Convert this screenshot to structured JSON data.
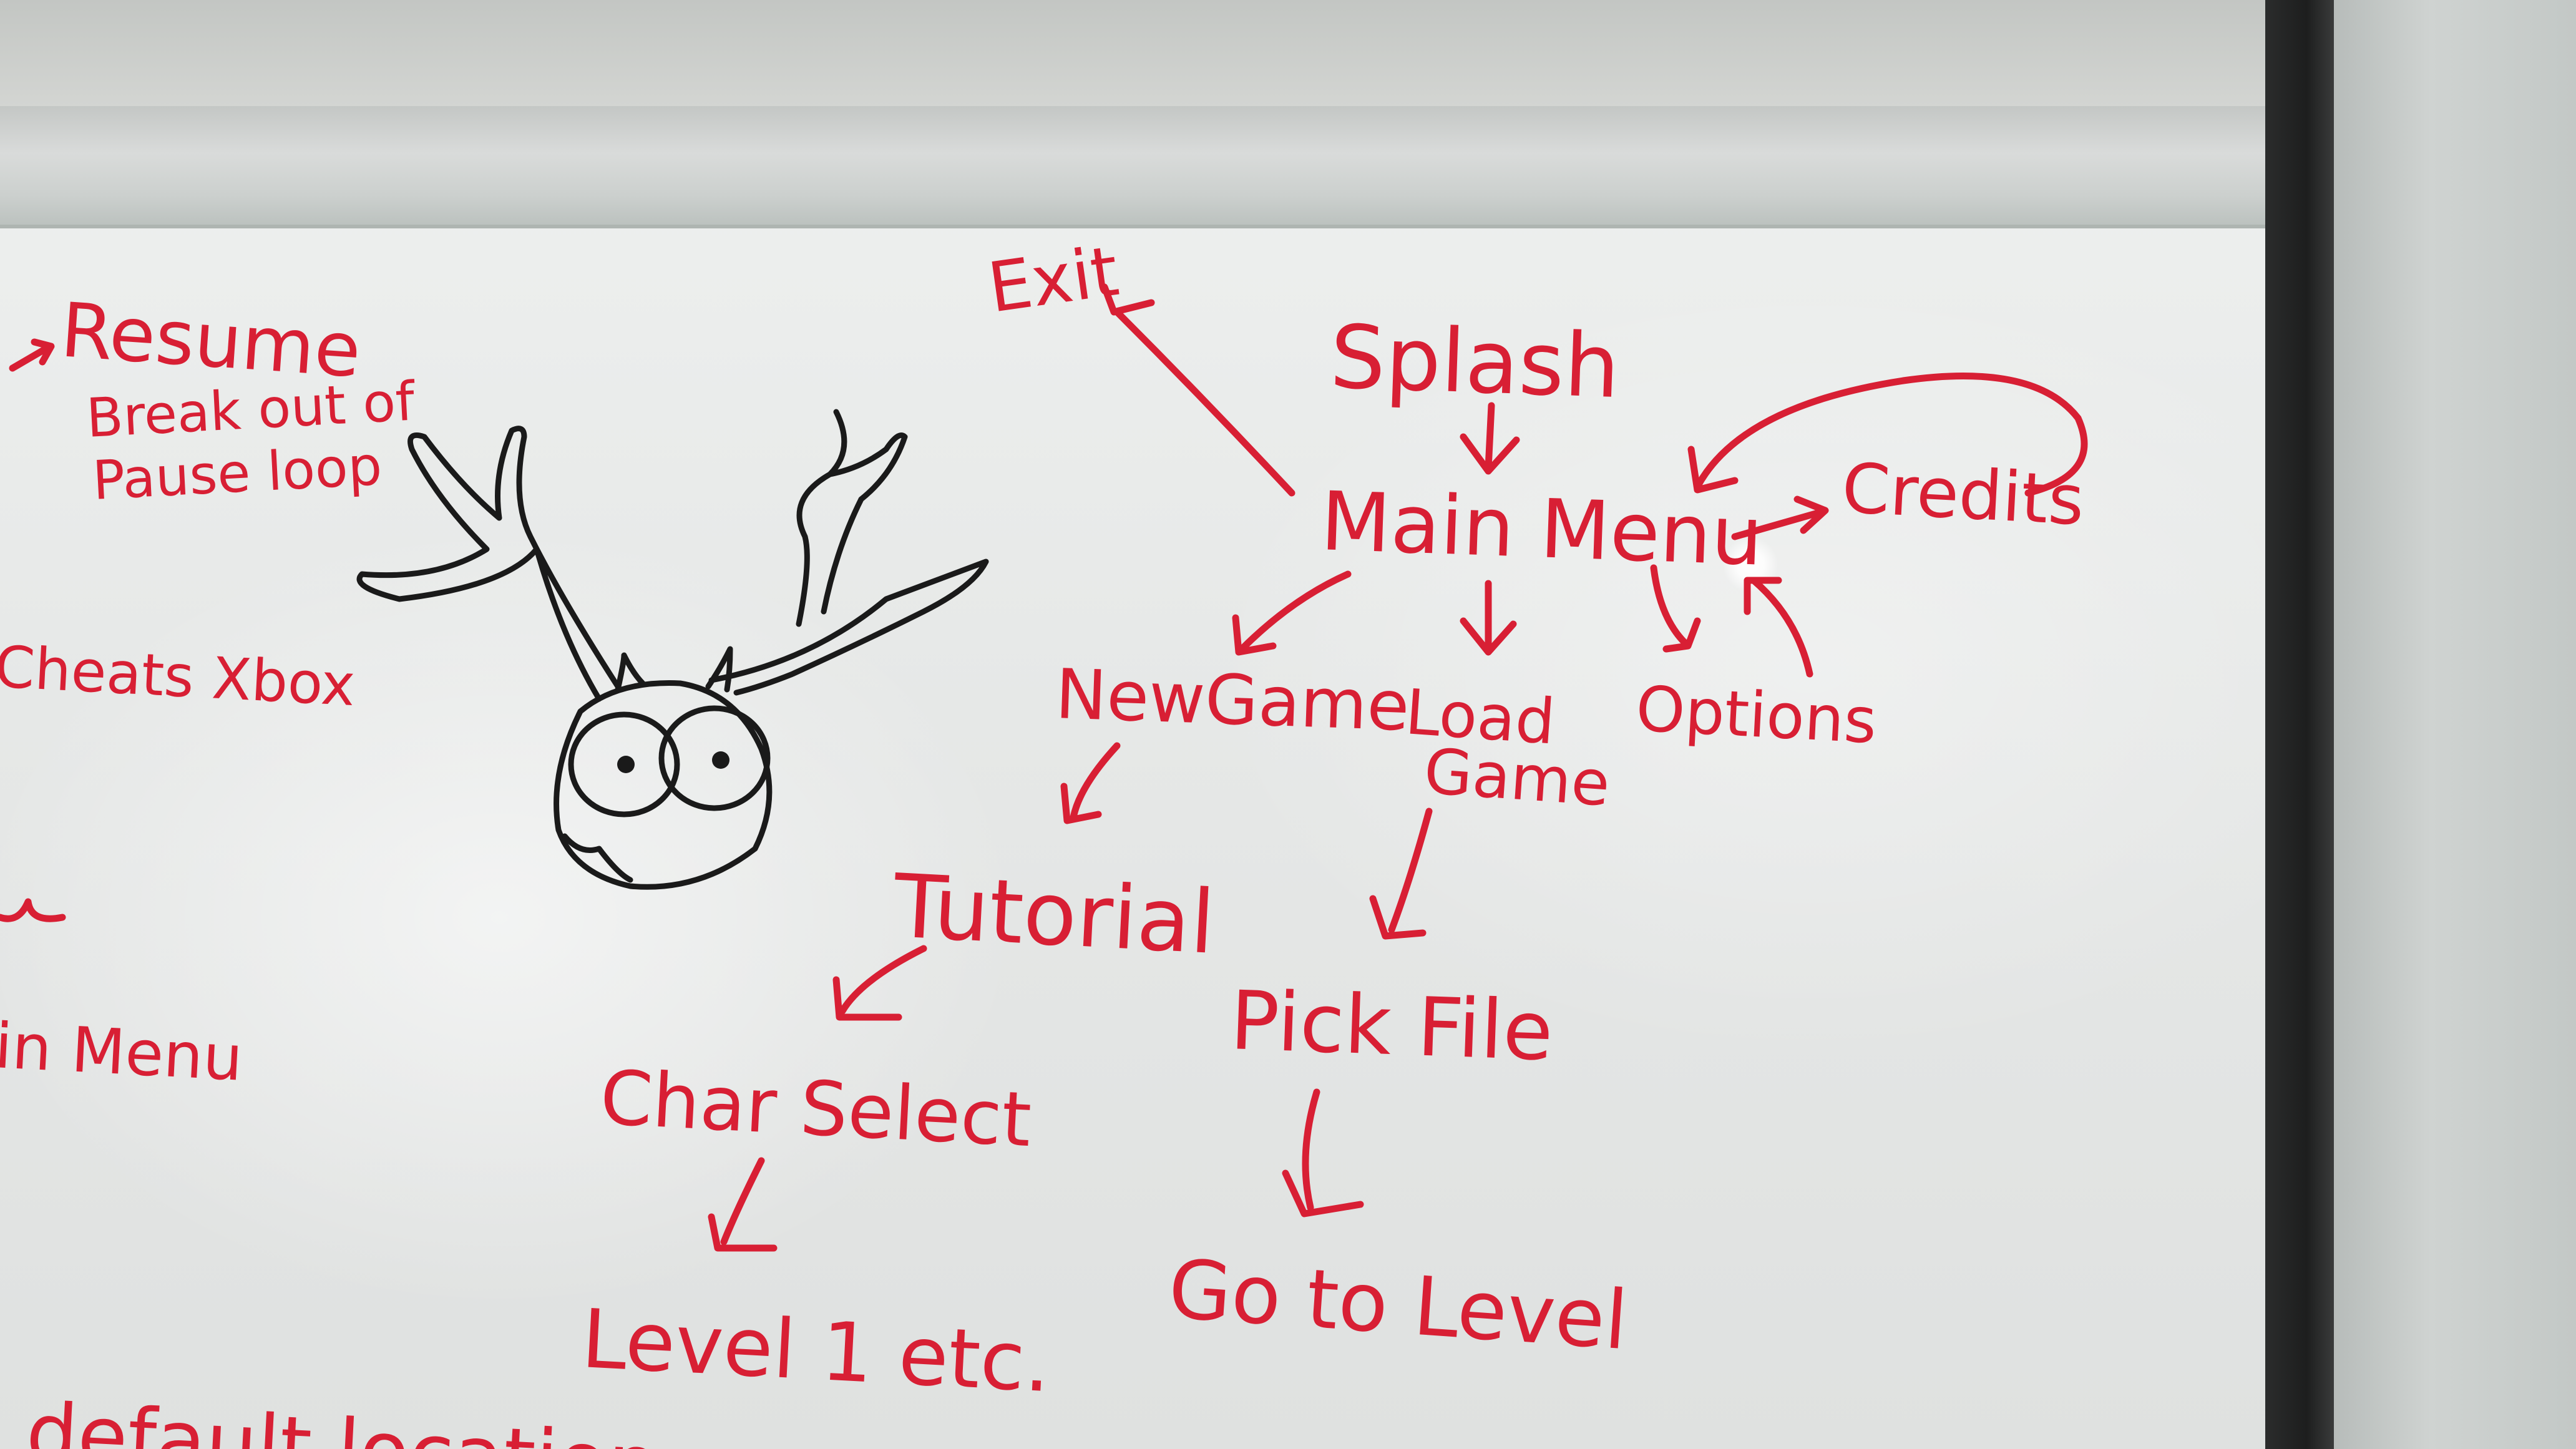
{
  "whiteboard": {
    "ink_color": "#d81f34",
    "flow_nodes": {
      "exit": "Exit",
      "splash": "Splash",
      "main_menu": "Main Menu",
      "credits": "Credits",
      "new_game": "NewGame",
      "load_game_line1": "Load",
      "load_game_line2": "Game",
      "options": "Options",
      "tutorial": "Tutorial",
      "char_select": "Char Select",
      "pick_file": "Pick File",
      "level_1": "Level 1 etc.",
      "go_to_level": "Go to Level"
    },
    "left_notes": {
      "resume": "Resume",
      "break_out_line1": "Break out of",
      "break_out_line2": "Pause loop",
      "cheats": "Cheats Xbox",
      "main_menu_partial": "in Menu",
      "bottom_partial": "default location"
    },
    "sketch": "deer-head-doodle"
  }
}
